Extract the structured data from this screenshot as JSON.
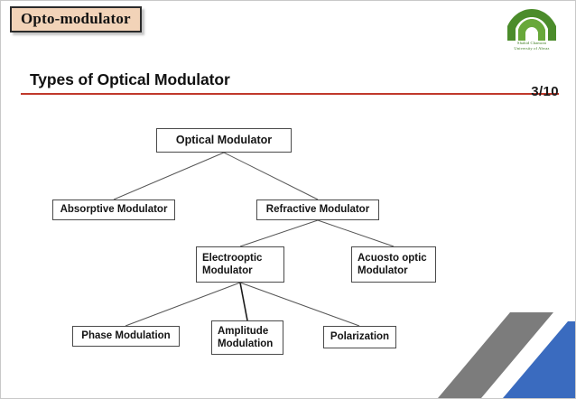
{
  "slide": {
    "topic_badge": "Opto-modulator",
    "title": "Types of Optical Modulator",
    "page_number": "3/10",
    "accent_color": "#c0392b",
    "badge_fill": "#f2d3b8",
    "decor_gray": "#7c7c7c",
    "decor_blue": "#3a6bbf"
  },
  "logo": {
    "name": "shahid-chamran-university-logo",
    "line1": "Shahid Chamran",
    "line2": "University of Ahvaz",
    "color": "#4b8c2b"
  },
  "diagram": {
    "type": "tree",
    "nodes": {
      "root": "Optical Modulator",
      "absorptive": "Absorptive Modulator",
      "refractive": "Refractive Modulator",
      "electrooptic": "Electrooptic\nModulator",
      "acousto": "Acuosto optic\nModulator",
      "phase": "Phase Modulation",
      "amplitude": "Amplitude\nModulation",
      "polarization": "Polarization"
    },
    "edges": [
      {
        "from": "root",
        "to": "absorptive"
      },
      {
        "from": "root",
        "to": "refractive"
      },
      {
        "from": "refractive",
        "to": "electrooptic"
      },
      {
        "from": "refractive",
        "to": "acousto"
      },
      {
        "from": "electrooptic",
        "to": "phase"
      },
      {
        "from": "electrooptic",
        "to": "amplitude"
      },
      {
        "from": "electrooptic",
        "to": "polarization"
      }
    ]
  }
}
